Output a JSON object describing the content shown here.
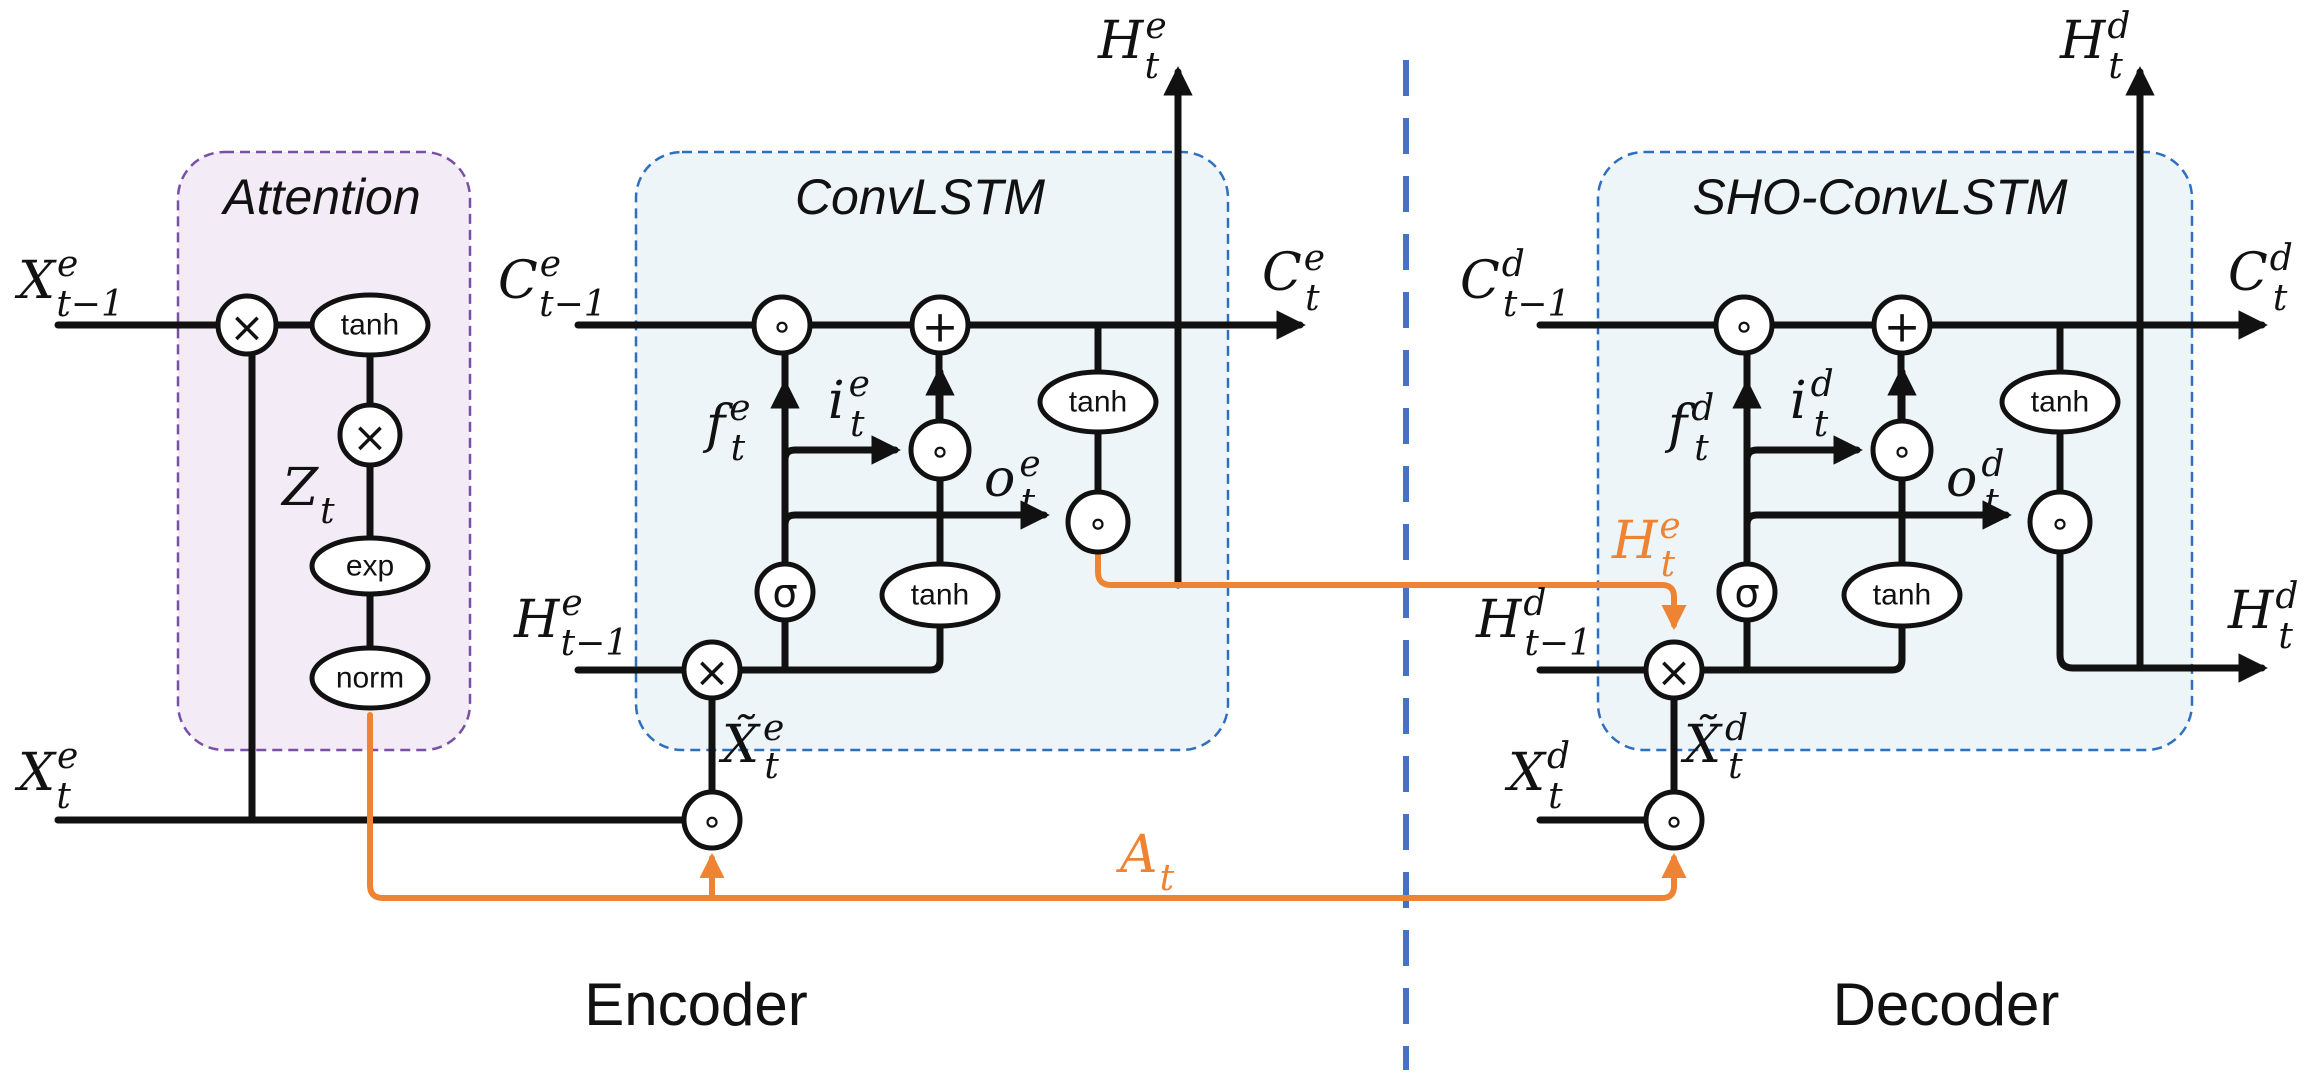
{
  "colors": {
    "attention_box_fill": "#f3ebf6",
    "attention_box_border": "#7a4fa8",
    "cell_box_fill": "#eef5f8",
    "cell_box_border": "#2f6fbf",
    "divider": "#4472c4",
    "attention_wire": "#ee8433",
    "wire": "#111111"
  },
  "boxes": {
    "attention": "Attention",
    "encoder_cell": "ConvLSTM",
    "decoder_cell": "SHO-ConvLSTM"
  },
  "sections": {
    "encoder": "Encoder",
    "decoder": "Decoder"
  },
  "ops": {
    "multiply": "×",
    "hadamard": "∘",
    "add": "+",
    "sigmoid": "σ",
    "tanh": "tanh",
    "exp": "exp",
    "norm": "norm"
  },
  "labels": {
    "x_prev": {
      "main": "X",
      "sup": "e",
      "sub": "t−1"
    },
    "x_cur": {
      "main": "X",
      "sup": "e",
      "sub": "t"
    },
    "z": {
      "main": "Z",
      "sub": "t"
    },
    "a": {
      "main": "A",
      "sub": "t"
    },
    "enc": {
      "c_prev": {
        "main": "C",
        "sup": "e",
        "sub": "t−1"
      },
      "c_out": {
        "main": "C",
        "sup": "e",
        "sub": "t"
      },
      "h_prev": {
        "main": "H",
        "sup": "e",
        "sub": "t−1"
      },
      "h_top": {
        "main": "H",
        "sup": "e",
        "sub": "t"
      },
      "f": {
        "main": "f",
        "sup": "e",
        "sub": "t"
      },
      "i": {
        "main": "i",
        "sup": "e",
        "sub": "t"
      },
      "o": {
        "main": "o",
        "sup": "e",
        "sub": "t"
      },
      "x_tilde": {
        "main": "X̃",
        "sup": "e",
        "sub": "t"
      }
    },
    "dec": {
      "c_prev": {
        "main": "C",
        "sup": "d",
        "sub": "t−1"
      },
      "c_out": {
        "main": "C",
        "sup": "d",
        "sub": "t"
      },
      "h_prev": {
        "main": "H",
        "sup": "d",
        "sub": "t−1"
      },
      "h_top": {
        "main": "H",
        "sup": "d",
        "sub": "t"
      },
      "h_out": {
        "main": "H",
        "sup": "d",
        "sub": "t"
      },
      "h_enc_in": {
        "main": "H",
        "sup": "e",
        "sub": "t"
      },
      "f": {
        "main": "f",
        "sup": "d",
        "sub": "t"
      },
      "i": {
        "main": "i",
        "sup": "d",
        "sub": "t"
      },
      "o": {
        "main": "o",
        "sup": "d",
        "sub": "t"
      },
      "x_in": {
        "main": "X",
        "sup": "d",
        "sub": "t"
      },
      "x_tilde": {
        "main": "X̃",
        "sup": "d",
        "sub": "t"
      }
    }
  }
}
